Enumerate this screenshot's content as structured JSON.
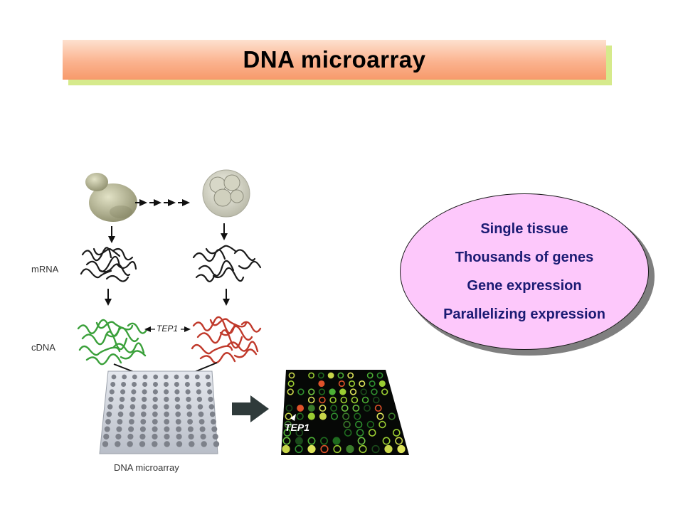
{
  "title": "DNA microarray",
  "labels": {
    "mrna": "mRNA",
    "cdna": "cDNA",
    "tep1_cdna": "TEP1",
    "tep1_array": "TEP1",
    "dna_microarray": "DNA microarray"
  },
  "oval": {
    "lines": [
      "Single tissue",
      "Thousands of genes",
      "Gene expression",
      "Parallelizing expression"
    ]
  },
  "colors": {
    "title_gradient_top": "#fde1cf",
    "title_gradient_bottom": "#f79a6b",
    "title_shadow": "#d6ea8c",
    "oval_fill": "#fdc8fb",
    "oval_text": "#1b1b73",
    "cdna_green": "#3aa03a",
    "cdna_red": "#c0392b"
  }
}
